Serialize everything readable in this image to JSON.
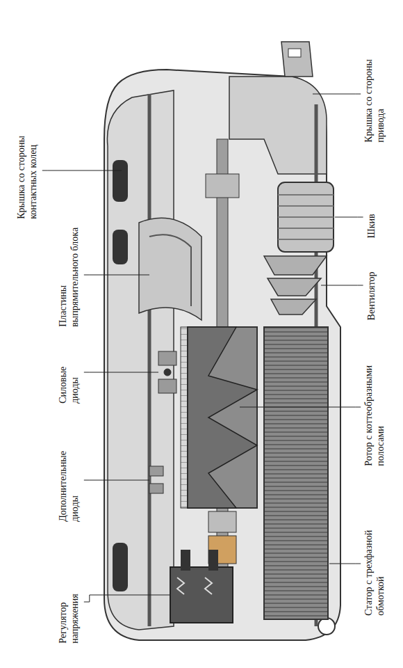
{
  "diagram": {
    "labels": [
      "Крышка со стороны привода",
      "Шкив",
      "Вентилятор",
      "Ротор с коттеобразными полосами",
      "Статор с трехфазной обмоткой",
      "Крышка со стороны контактных колец",
      "Пластины выпрямительного блока",
      "Силовые диоды",
      "Дополнительные диоды",
      "Регулятор напряжения"
    ]
  }
}
